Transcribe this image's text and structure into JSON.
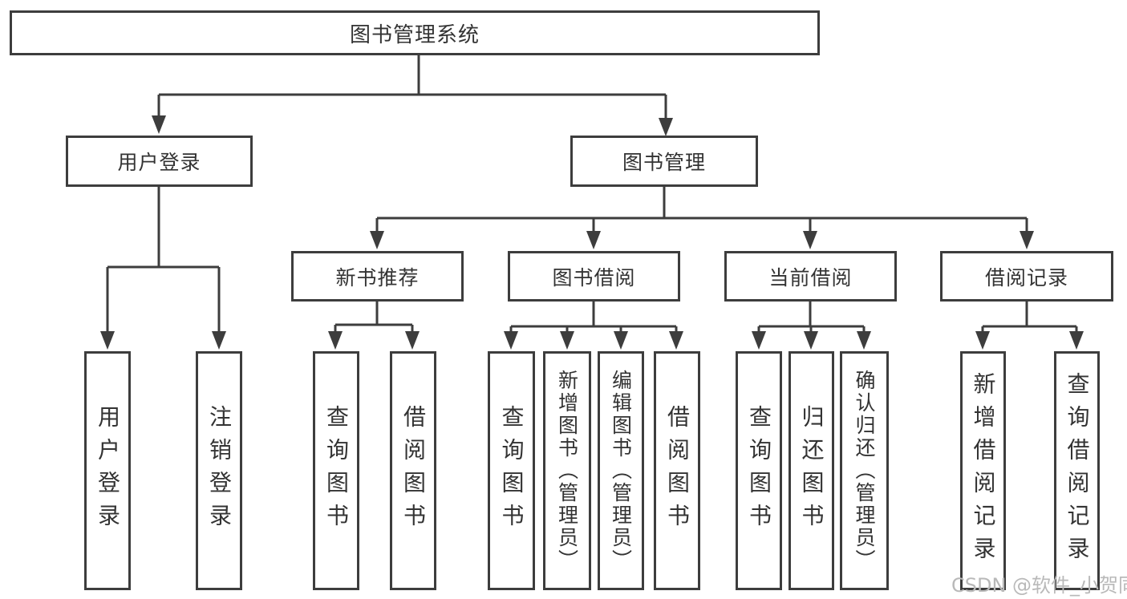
{
  "tree": {
    "root": {
      "label": "图书管理系统",
      "children": [
        {
          "label": "用户登录",
          "children": [
            {
              "label": "用户登录"
            },
            {
              "label": "注销登录"
            }
          ]
        },
        {
          "label": "图书管理",
          "children": [
            {
              "label": "新书推荐",
              "children": [
                {
                  "label": "查询图书"
                },
                {
                  "label": "借阅图书"
                }
              ]
            },
            {
              "label": "图书借阅",
              "children": [
                {
                  "label": "查询图书"
                },
                {
                  "label": "新增图书（管理员）"
                },
                {
                  "label": "编辑图书（管理员）"
                },
                {
                  "label": "借阅图书"
                }
              ]
            },
            {
              "label": "当前借阅",
              "children": [
                {
                  "label": "查询图书"
                },
                {
                  "label": "归还图书"
                },
                {
                  "label": "确认归还（管理员）"
                }
              ]
            },
            {
              "label": "借阅记录",
              "children": [
                {
                  "label": "新增借阅记录"
                },
                {
                  "label": "查询借阅记录"
                }
              ]
            }
          ]
        }
      ]
    }
  },
  "watermark": {
    "text": "CSDN @软件_小贺同学"
  },
  "colors": {
    "line": "#3d3d3d",
    "text": "#333333",
    "background": "#ffffff",
    "watermark": "#b9b9b9"
  }
}
